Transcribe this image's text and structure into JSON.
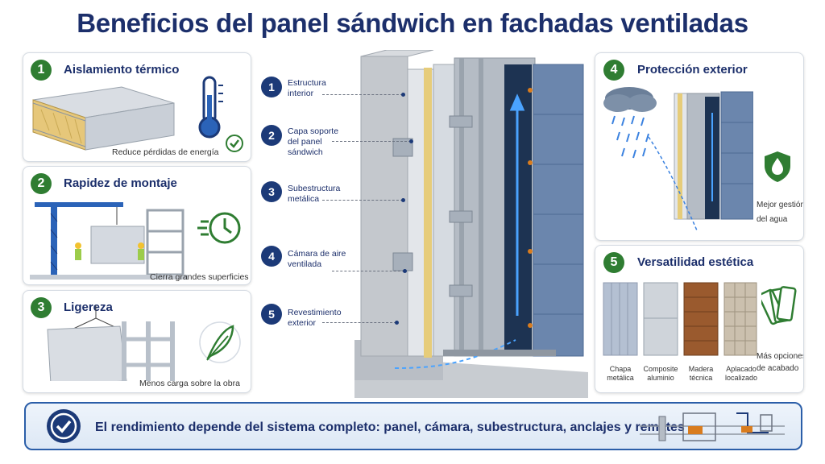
{
  "title": "Beneficios del panel sándwich en fachadas ventiladas",
  "benefits": [
    {
      "number": "1",
      "title": "Aislamiento térmico",
      "caption": "Reduce pérdidas de energía"
    },
    {
      "number": "2",
      "title": "Rapidez de montaje",
      "caption": "Cierra grandes superficies"
    },
    {
      "number": "3",
      "title": "Ligereza",
      "caption": "Menos carga sobre la obra"
    },
    {
      "number": "4",
      "title": "Protección exterior",
      "caption_lines": [
        "Mejor gestión",
        "del agua"
      ]
    },
    {
      "number": "5",
      "title": "Versatilidad estética",
      "caption_lines": [
        "Más opciones",
        "de acabado"
      ]
    }
  ],
  "layers": [
    {
      "number": "1",
      "lines": [
        "Estructura",
        "interior"
      ]
    },
    {
      "number": "2",
      "lines": [
        "Capa soporte",
        "del panel",
        "sándwich"
      ]
    },
    {
      "number": "3",
      "lines": [
        "Subestructura",
        "metálica"
      ]
    },
    {
      "number": "4",
      "lines": [
        "Cámara de aire",
        "ventilada"
      ]
    },
    {
      "number": "5",
      "lines": [
        "Revestimiento",
        "exterior"
      ]
    }
  ],
  "finishes": [
    {
      "lines": [
        "Chapa",
        "metálica"
      ]
    },
    {
      "lines": [
        "Composite",
        "aluminio"
      ]
    },
    {
      "lines": [
        "Madera",
        "técnica"
      ]
    },
    {
      "lines": [
        "Aplacado",
        "localizado"
      ]
    }
  ],
  "banner": {
    "text": "El rendimiento depende del sistema completo: panel, cámara, subestructura, anclajes y remates"
  },
  "colors": {
    "navy": "#1c2f6b",
    "green": "#2f7d32",
    "panel_blue": "#6b86ad",
    "insulation": "#e2c46a"
  }
}
